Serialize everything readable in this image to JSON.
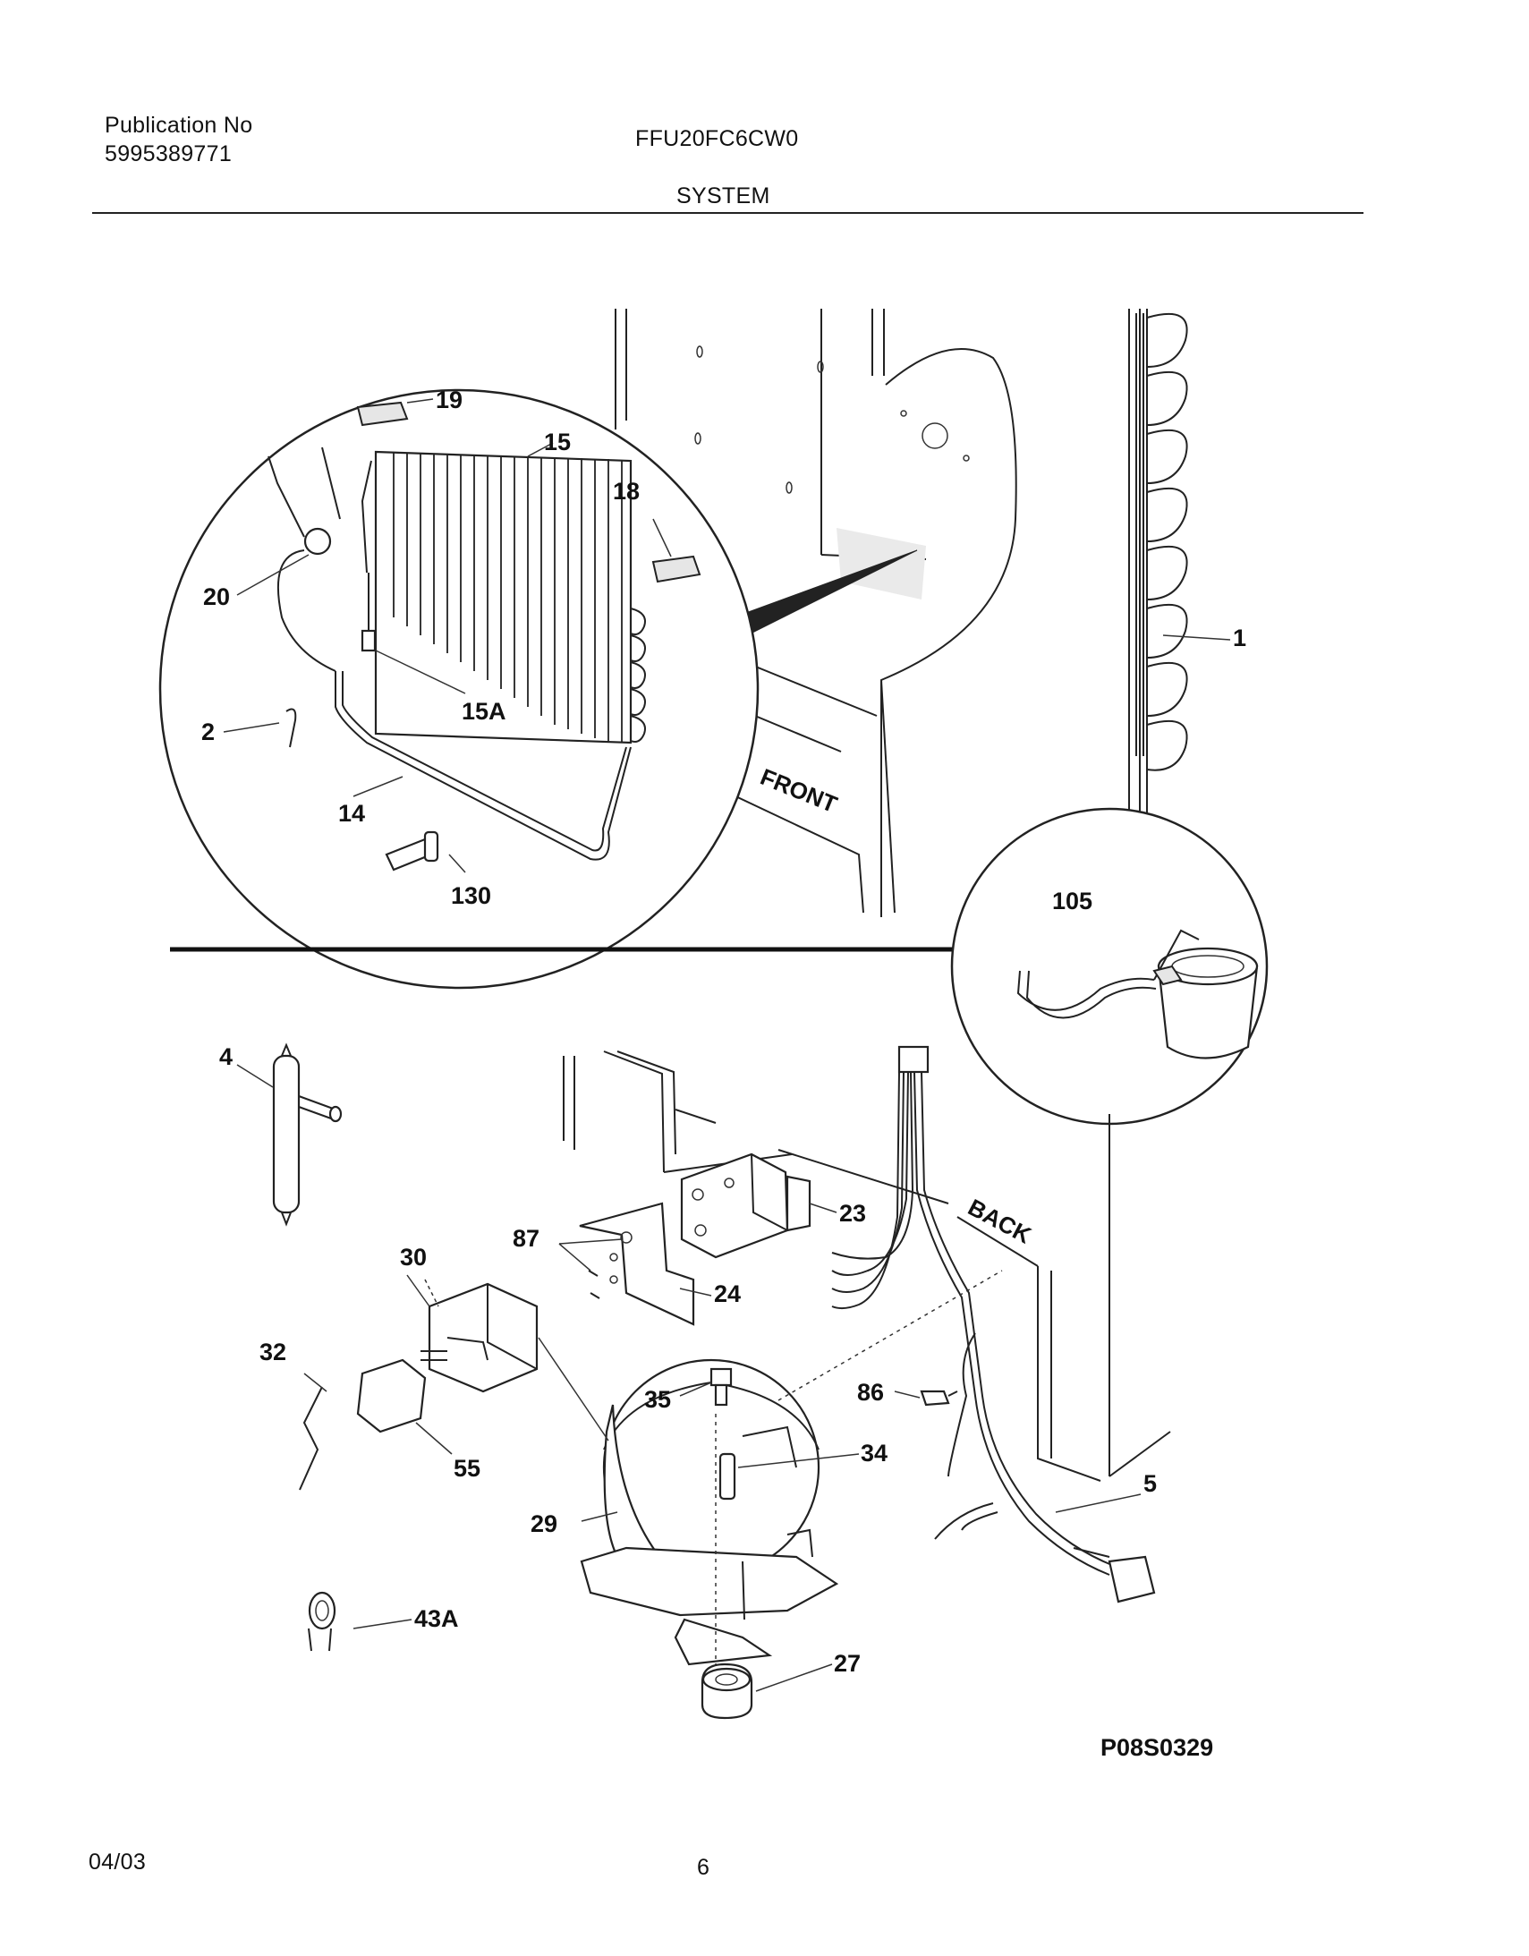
{
  "header": {
    "publication_label": "Publication No",
    "publication_number": "5995389771",
    "model": "FFU20FC6CW0",
    "section": "SYSTEM"
  },
  "diagram": {
    "orientation_labels": {
      "front": "FRONT",
      "back": "BACK"
    },
    "callouts": [
      "19",
      "15",
      "18",
      "20",
      "15A",
      "2",
      "14",
      "130",
      "1",
      "105",
      "4",
      "23",
      "87",
      "24",
      "30",
      "32",
      "35",
      "86",
      "34",
      "5",
      "55",
      "29",
      "43A",
      "27"
    ],
    "drawing_number": "P08S0329"
  },
  "footer": {
    "date": "04/03",
    "page": "6"
  }
}
